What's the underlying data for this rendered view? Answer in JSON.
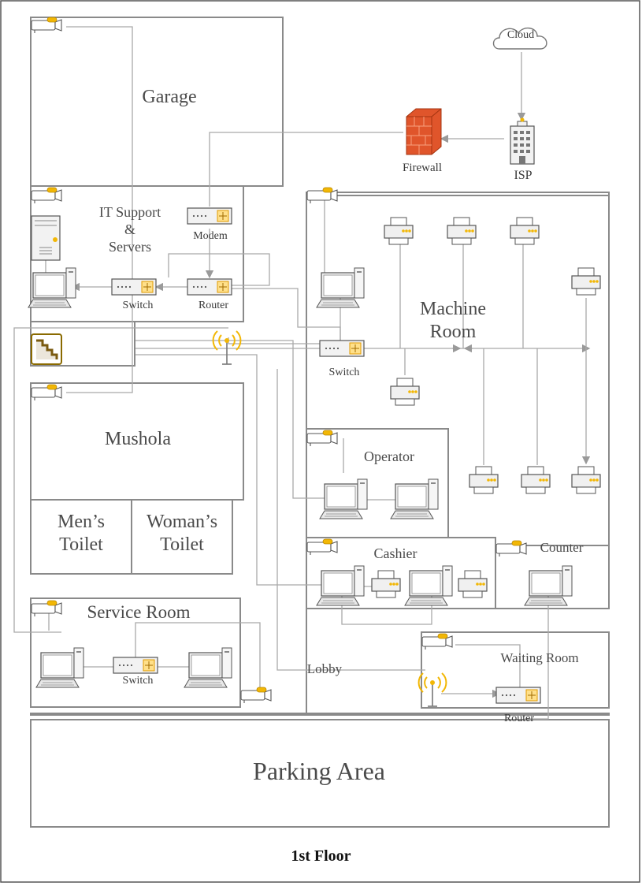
{
  "floor_title": "1st Floor",
  "rooms": {
    "garage": "Garage",
    "it_line1": "IT Support",
    "it_line2": "&",
    "it_line3": "Servers",
    "machine_line1": "Machine",
    "machine_line2": "Room",
    "mushola": "Mushola",
    "mens_line1": "Men’s",
    "mens_line2": "Toilet",
    "womans_line1": "Woman’s",
    "womans_line2": "Toilet",
    "service": "Service Room",
    "operator": "Operator",
    "cashier": "Cashier",
    "counter": "Counter",
    "waiting": "Waiting Room",
    "lobby": "Lobby",
    "parking": "Parking Area"
  },
  "devices": {
    "cloud": "Cloud",
    "firewall": "Firewall",
    "isp": "ISP",
    "modem": "Modem",
    "switch_it": "Switch",
    "router_it": "Router",
    "switch_machine": "Switch",
    "switch_service": "Switch",
    "router_waiting": "Router"
  },
  "colors": {
    "wall": "#8a8a8a",
    "cable": "#a9a9a9",
    "device_accent": "#f2b705",
    "firewall_brick": "#e0552b"
  }
}
